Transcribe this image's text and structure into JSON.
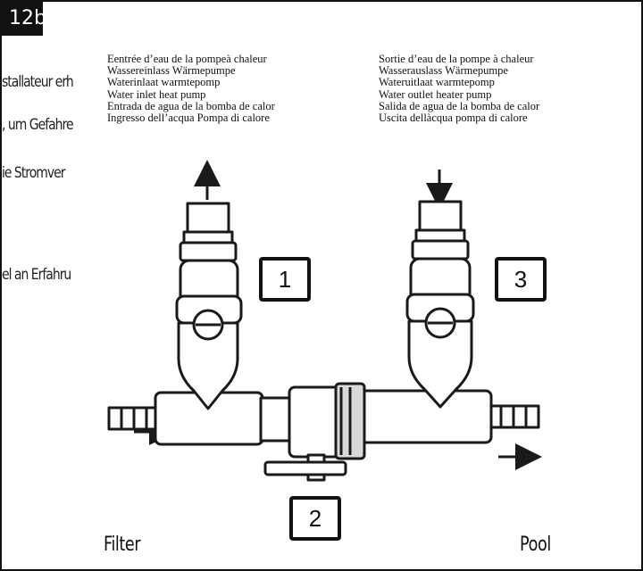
{
  "figure_tag": "12b",
  "bleed_text": [
    "stallateur erh",
    ", um Gefahre",
    "ie Stromver",
    "el an Erfahru"
  ],
  "inlet_caption": [
    "Eentrée d’eau de la pompeà chaleur",
    "Wassereinlass Wärmepumpe",
    "Waterinlaat warmtepomp",
    "Water inlet heat pump",
    "Entrada de agua de la bomba de calor",
    "Ingresso dell’acqua Pompa di calore"
  ],
  "outlet_caption": [
    "Sortie d’eau de la pompe à chaleur",
    "Wasserauslass Wärmepumpe",
    "Wateruitlaat warmtepomp",
    "Water outlet heater pump",
    "Salida de agua de la bomba de calor",
    "Uscita dellàcqua pompa di calore"
  ],
  "callouts": {
    "inlet": "1",
    "bypass": "2",
    "outlet": "3"
  },
  "labels": {
    "left": "Filter",
    "right": "Pool"
  },
  "colors": {
    "line": "#1a1a1a",
    "pipe_fill": "#ffffff",
    "shade": "#d8d8d8"
  }
}
